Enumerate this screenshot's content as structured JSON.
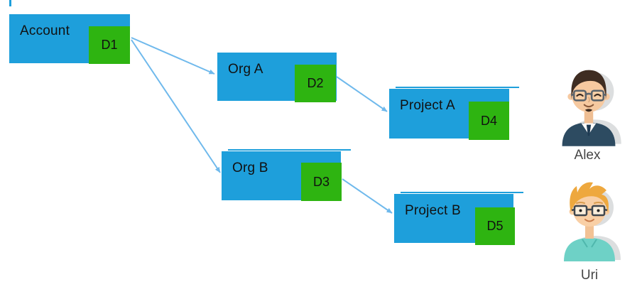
{
  "diagram": {
    "nodes": [
      {
        "id": "account",
        "label": "Account",
        "badge": "D1"
      },
      {
        "id": "org-a",
        "label": "Org A",
        "badge": "D2"
      },
      {
        "id": "project-a",
        "label": "Project A",
        "badge": "D4"
      },
      {
        "id": "org-b",
        "label": "Org B",
        "badge": "D3"
      },
      {
        "id": "project-b",
        "label": "Project B",
        "badge": "D5"
      }
    ],
    "edges": [
      {
        "from": "account",
        "to": "org-a"
      },
      {
        "from": "account",
        "to": "org-b"
      },
      {
        "from": "org-a",
        "to": "project-a"
      },
      {
        "from": "org-b",
        "to": "project-b"
      }
    ]
  },
  "users": [
    {
      "name": "Alex"
    },
    {
      "name": "Uri"
    }
  ],
  "colors": {
    "box_blue": "#1E9FDB",
    "badge_green": "#2EB411",
    "arrow_blue": "#6FB9EC",
    "label_text": "#111111",
    "name_text": "#454545"
  }
}
